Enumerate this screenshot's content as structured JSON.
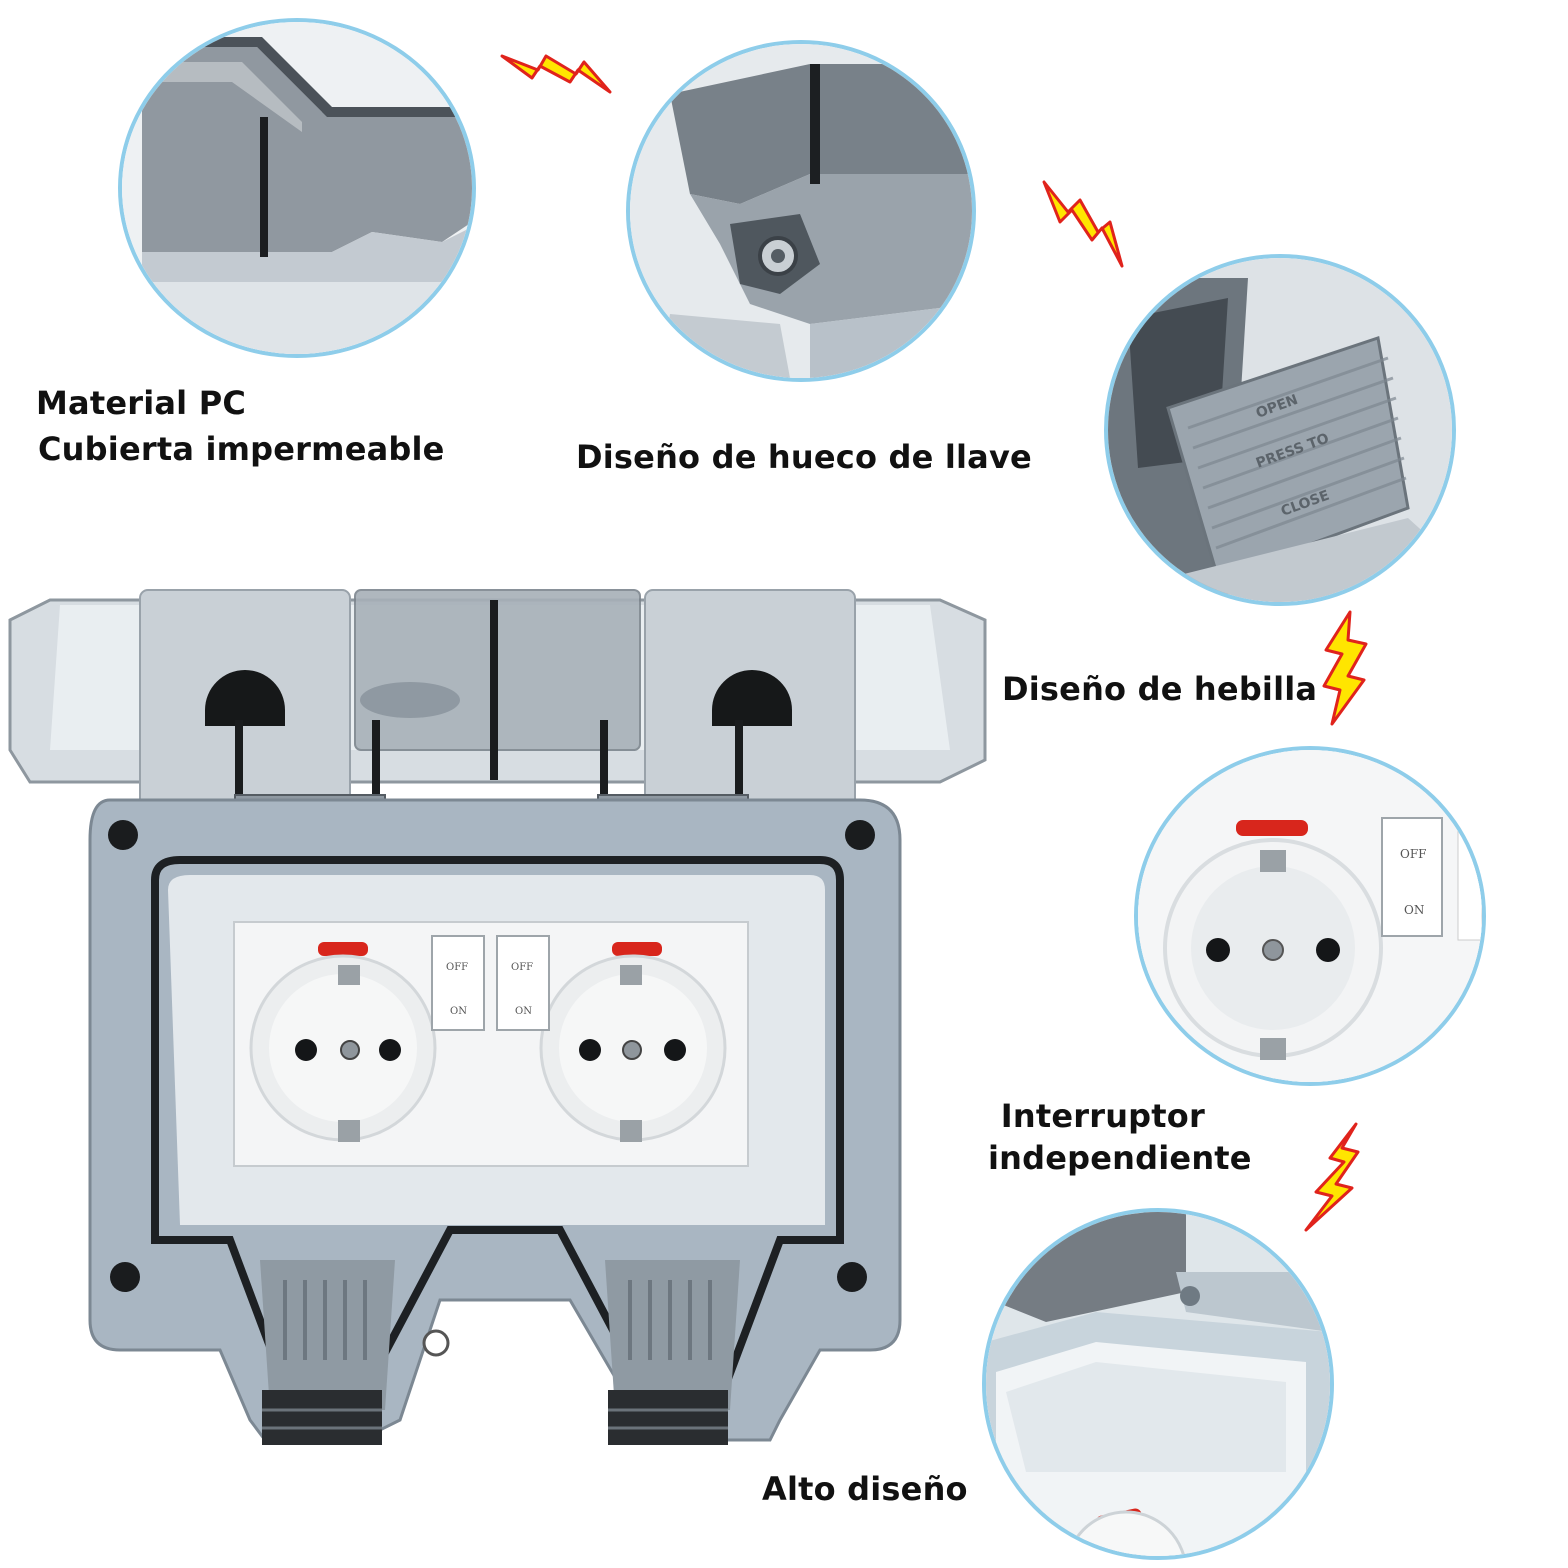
{
  "captions": {
    "material_line1": "Material PC",
    "material_line2": "Cubierta impermeable",
    "key_hole": "Diseño de hueco de llave",
    "buckle": "Diseño de hebilla",
    "switch_line1": "Interruptor",
    "switch_line2": "independiente",
    "high_design": "Alto diseño"
  },
  "buckle_markings": {
    "open": "OPEN",
    "press": "PRESS TO",
    "close": "CLOSE"
  },
  "switch_labels": {
    "off": "OFF",
    "on": "ON"
  },
  "colors": {
    "circle_border": "#8ecdea",
    "housing_grey": "#a9b6c2",
    "bolt_fill": "#ffe500",
    "bolt_stroke": "#e0231c",
    "indicator_red": "#d8261c"
  },
  "icons": [
    "lightning-bolt-icon",
    "socket-icon",
    "switch-icon"
  ]
}
